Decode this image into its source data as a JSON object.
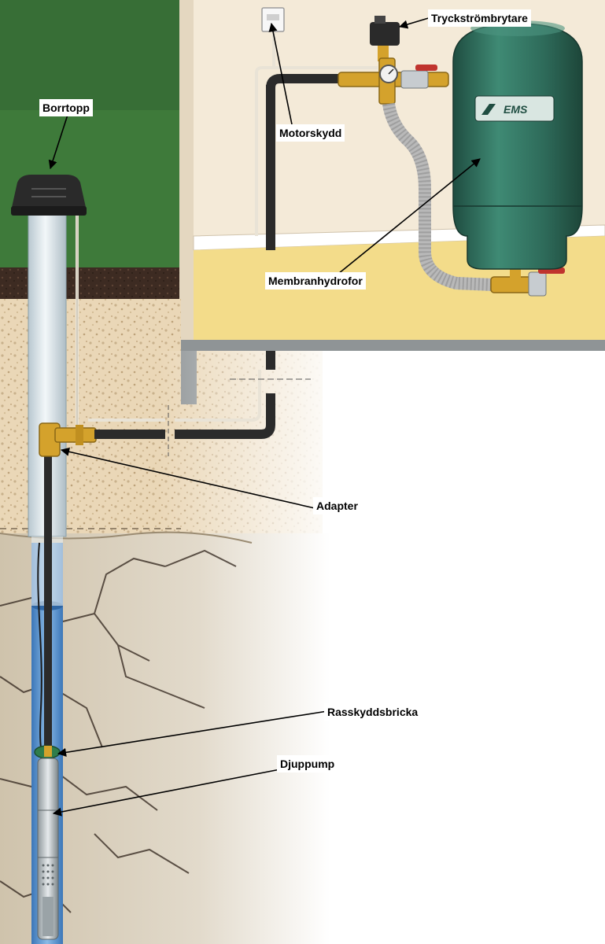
{
  "labels": {
    "borrtopp": "Borrtopp",
    "tryckstrombrytare": "Tryckströmbrytare",
    "motorskydd": "Motorskydd",
    "membranhydrofor": "Membranhydrofor",
    "adapter": "Adapter",
    "rasskyddsbricka": "Rasskyddsbricka",
    "djuppump": "Djuppump"
  },
  "tank_logo": "EMS",
  "colors": {
    "grass": "#3e7a3a",
    "topsoil": "#3d2b22",
    "gravel": "#ead7b7",
    "bedrock": "#cfc3ac",
    "wall": "#f4ead8",
    "floor": "#f3dc8a",
    "tank": "#2e6b5a",
    "casing": "#dbe6ea",
    "water": "#4f8fd0",
    "pipe": "#2b2b2b",
    "brass": "#d4a22c",
    "valve_handle": "#c0342e"
  }
}
